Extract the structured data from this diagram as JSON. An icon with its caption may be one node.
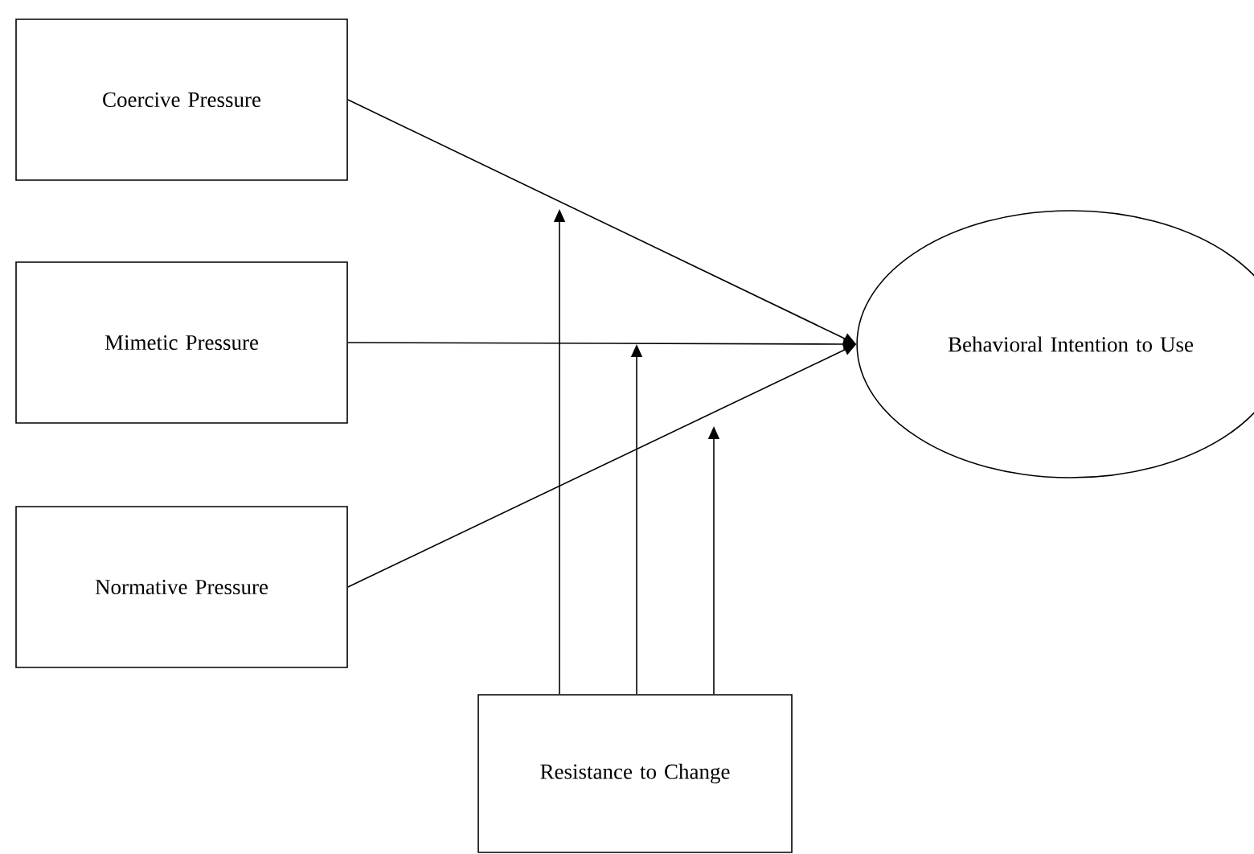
{
  "diagram": {
    "nodes": [
      {
        "text": [
          "Coercive Pressure"
        ]
      },
      {
        "text": [
          "Mimetic Pressure"
        ]
      },
      {
        "text": [
          "Normative Pressure"
        ]
      },
      {
        "text": [
          "Behavioral Intention to Use"
        ]
      },
      {
        "text": [
          "Resistance to Change"
        ]
      }
    ],
    "edges": [
      {
        "from": 0,
        "to": 3,
        "arrow": "to"
      },
      {
        "from": 1,
        "to": 3,
        "arrow": "to"
      },
      {
        "from": 2,
        "to": 3,
        "arrow": "to"
      },
      {
        "from": 4,
        "to": null,
        "arrow": "to"
      },
      {
        "from": 4,
        "to": null,
        "arrow": "to"
      },
      {
        "from": 4,
        "to": null,
        "arrow": "to"
      }
    ]
  }
}
